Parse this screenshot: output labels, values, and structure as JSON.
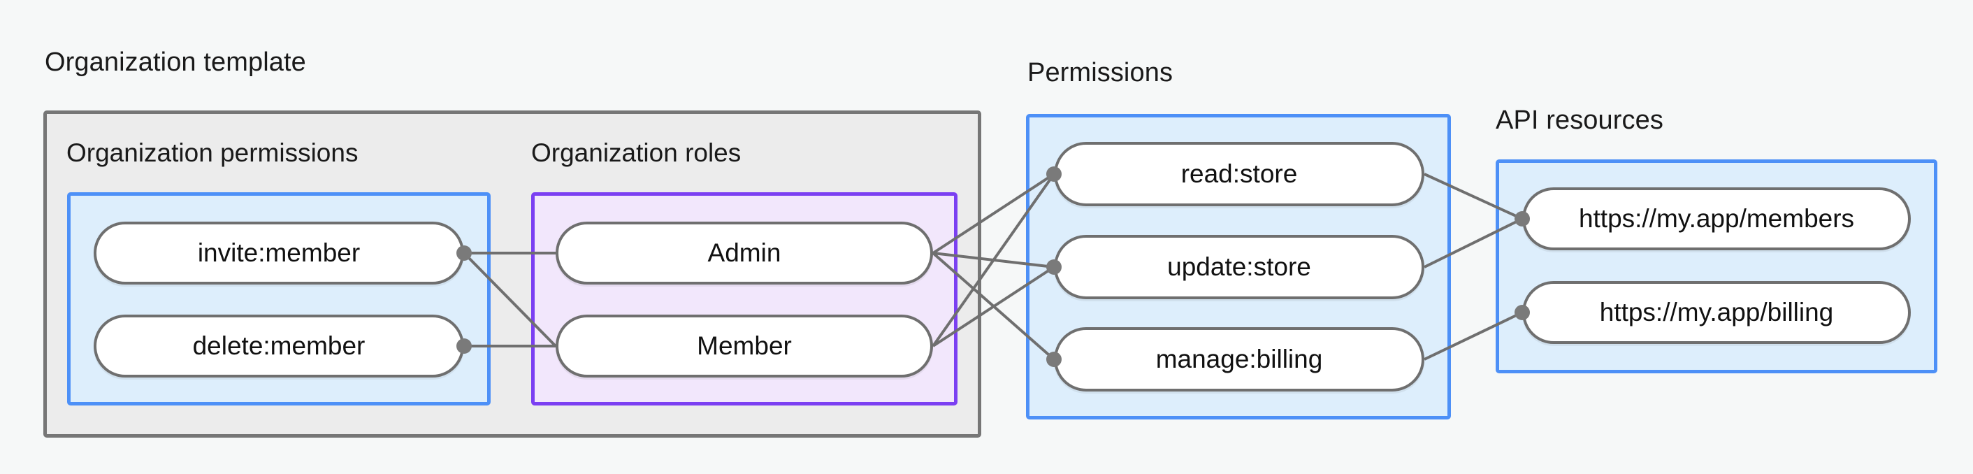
{
  "diagram": {
    "title_groups": {
      "organization_template": "Organization template",
      "permissions": "Permissions",
      "api_resources": "API resources"
    },
    "subgroups": {
      "organization_permissions": "Organization permissions",
      "organization_roles": "Organization roles"
    },
    "nodes": {
      "organization_permissions": [
        "invite:member",
        "delete:member"
      ],
      "organization_roles": [
        "Admin",
        "Member"
      ],
      "permissions": [
        "read:store",
        "update:store",
        "manage:billing"
      ],
      "api_resources": [
        "https://my.app/members",
        "https://my.app/billing"
      ]
    },
    "colors": {
      "canvas": "#f6f8f8",
      "gray_fill": "#ececec",
      "gray_border": "#767676",
      "blue_fill": "#ddeefc",
      "blue_border": "#4d90f7",
      "purple_fill": "#f2e7fc",
      "purple_border": "#7b3ff2",
      "node_fill": "#ffffff",
      "node_border": "#6f6f6f",
      "edge": "#6f6f6f",
      "dot": "#7a7a7a",
      "text": "#1a1a1a"
    },
    "edges": [
      {
        "from": "invite:member",
        "to": "Admin"
      },
      {
        "from": "invite:member",
        "to": "Member"
      },
      {
        "from": "delete:member",
        "to": "Member"
      },
      {
        "from": "Admin",
        "to": "read:store"
      },
      {
        "from": "Admin",
        "to": "update:store"
      },
      {
        "from": "Admin",
        "to": "manage:billing"
      },
      {
        "from": "Member",
        "to": "read:store"
      },
      {
        "from": "Member",
        "to": "update:store"
      },
      {
        "from": "read:store",
        "to": "https://my.app/members"
      },
      {
        "from": "update:store",
        "to": "https://my.app/members"
      },
      {
        "from": "manage:billing",
        "to": "https://my.app/billing"
      }
    ]
  }
}
